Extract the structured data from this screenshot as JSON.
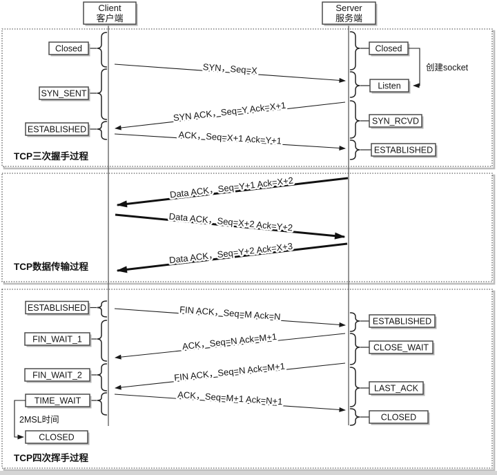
{
  "actors": {
    "client": {
      "name": "Client",
      "name_zh": "客户端"
    },
    "server": {
      "name": "Server",
      "name_zh": "服务端"
    }
  },
  "sections": [
    {
      "title": "TCP三次握手过程"
    },
    {
      "title": "TCP数据传输过程"
    },
    {
      "title": "TCP四次挥手过程"
    }
  ],
  "client_states": [
    {
      "label": "Closed"
    },
    {
      "label": "SYN_SENT"
    },
    {
      "label": "ESTABLISHED"
    },
    {
      "label": "ESTABLISHED"
    },
    {
      "label": "FIN_WAIT_1"
    },
    {
      "label": "FIN_WAIT_2"
    },
    {
      "label": "TIME_WAIT"
    },
    {
      "label": "CLOSED"
    }
  ],
  "server_states": [
    {
      "label": "Closed"
    },
    {
      "label": "Listen"
    },
    {
      "label": "SYN_RCVD"
    },
    {
      "label": "ESTABLISHED"
    },
    {
      "label": "ESTABLISHED"
    },
    {
      "label": "CLOSE_WAIT"
    },
    {
      "label": "LAST_ACK"
    },
    {
      "label": "CLOSED"
    }
  ],
  "messages": [
    {
      "label": "SYN，Seq=X",
      "from": "client",
      "to": "server"
    },
    {
      "label": "SYN ACK，Seq=Y Ack=X+1",
      "from": "server",
      "to": "client"
    },
    {
      "label": "ACK，Seq=X+1 Ack=Y+1",
      "from": "client",
      "to": "server"
    },
    {
      "label": "Data ACK，Seq=Y+1 Ack=X+2",
      "from": "server",
      "to": "client"
    },
    {
      "label": "Data ACK，Seq=X+2 Ack=Y+2",
      "from": "client",
      "to": "server"
    },
    {
      "label": "Data ACK，Seq=Y+2 Ack=X+3",
      "from": "server",
      "to": "client"
    },
    {
      "label": "FIN ACK，Seq=M Ack=N",
      "from": "client",
      "to": "server"
    },
    {
      "label": "ACK，Seq=N Ack=M+1",
      "from": "server",
      "to": "client"
    },
    {
      "label": "FIN ACK，Seq=N Ack=M+1",
      "from": "server",
      "to": "client"
    },
    {
      "label": "ACK，Seq=M+1 Ack=N+1",
      "from": "client",
      "to": "server"
    }
  ],
  "annotations": {
    "create_socket": "创建socket",
    "msl_wait": "2MSL时间"
  },
  "colors": {
    "line": "#1a1a1a",
    "box_border": "#4a4a4a",
    "box_fill": "#ffffff",
    "shadow": "#b5b5b5",
    "background": "#ffffff",
    "footer_strip": "#d5d5d5"
  }
}
